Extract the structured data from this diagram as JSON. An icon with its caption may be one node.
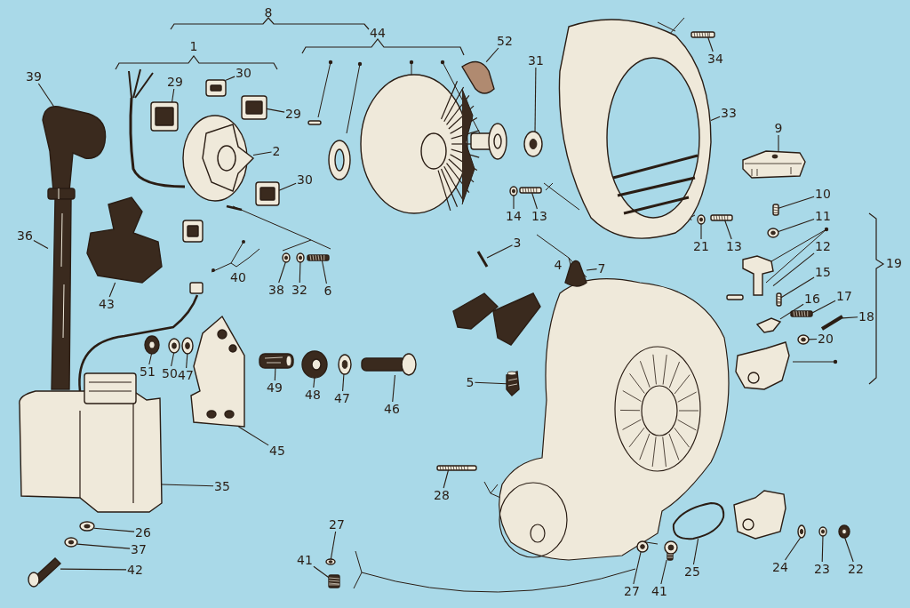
{
  "diagram": {
    "nodes": [
      {
        "text": [
          "8"
        ]
      },
      {
        "text": [
          "44"
        ]
      },
      {
        "text": [
          "1"
        ]
      },
      {
        "text": [
          "39"
        ]
      },
      {
        "text": [
          "29"
        ]
      },
      {
        "text": [
          "30"
        ]
      },
      {
        "text": [
          "29"
        ]
      },
      {
        "text": [
          "2"
        ]
      },
      {
        "text": [
          "30"
        ]
      },
      {
        "text": [
          "52"
        ]
      },
      {
        "text": [
          "31"
        ]
      },
      {
        "text": [
          "34"
        ]
      },
      {
        "text": [
          "33"
        ]
      },
      {
        "text": [
          "9"
        ]
      },
      {
        "text": [
          "14"
        ]
      },
      {
        "text": [
          "13"
        ]
      },
      {
        "text": [
          "10"
        ]
      },
      {
        "text": [
          "11"
        ]
      },
      {
        "text": [
          "21"
        ]
      },
      {
        "text": [
          "13"
        ]
      },
      {
        "text": [
          "19"
        ]
      },
      {
        "text": [
          "12"
        ]
      },
      {
        "text": [
          "3"
        ]
      },
      {
        "text": [
          "4"
        ]
      },
      {
        "text": [
          "7"
        ]
      },
      {
        "text": [
          "15"
        ]
      },
      {
        "text": [
          "16"
        ]
      },
      {
        "text": [
          "17"
        ]
      },
      {
        "text": [
          "18"
        ]
      },
      {
        "text": [
          "20"
        ]
      },
      {
        "text": [
          "36"
        ]
      },
      {
        "text": [
          "40"
        ]
      },
      {
        "text": [
          "38"
        ]
      },
      {
        "text": [
          "32"
        ]
      },
      {
        "text": [
          "6"
        ]
      },
      {
        "text": [
          "43"
        ]
      },
      {
        "text": [
          "51"
        ]
      },
      {
        "text": [
          "50"
        ]
      },
      {
        "text": [
          "47"
        ]
      },
      {
        "text": [
          "49"
        ]
      },
      {
        "text": [
          "48"
        ]
      },
      {
        "text": [
          "47"
        ]
      },
      {
        "text": [
          "46"
        ]
      },
      {
        "text": [
          "5"
        ]
      },
      {
        "text": [
          "45"
        ]
      },
      {
        "text": [
          "35"
        ]
      },
      {
        "text": [
          "28"
        ]
      },
      {
        "text": [
          "26"
        ]
      },
      {
        "text": [
          "37"
        ]
      },
      {
        "text": [
          "42"
        ]
      },
      {
        "text": [
          "27"
        ]
      },
      {
        "text": [
          "41"
        ]
      },
      {
        "text": [
          "27"
        ]
      },
      {
        "text": [
          "41"
        ]
      },
      {
        "text": [
          "25"
        ]
      },
      {
        "text": [
          "24"
        ]
      },
      {
        "text": [
          "23"
        ]
      },
      {
        "text": [
          "22"
        ]
      },
      {
        "text": [],
        "shape": "picture"
      },
      {
        "text": [],
        "shape": "picture"
      },
      {
        "text": [],
        "shape": "picture"
      },
      {
        "text": [],
        "shape": "picture"
      },
      {
        "text": [],
        "shape": "picture"
      },
      {
        "text": [],
        "shape": "picture"
      },
      {
        "text": [],
        "shape": "picture"
      },
      {
        "text": [],
        "shape": "picture"
      },
      {
        "text": [],
        "shape": "picture"
      },
      {
        "text": [],
        "shape": "picture"
      },
      {
        "text": [],
        "shape": "picture"
      },
      {
        "text": [],
        "shape": "picture"
      },
      {
        "text": [],
        "shape": "picture"
      },
      {
        "text": [],
        "shape": "picture"
      },
      {
        "text": [],
        "shape": "picture"
      },
      {
        "text": [],
        "shape": "picture"
      },
      {
        "text": [],
        "shape": "picture"
      },
      {
        "text": [],
        "shape": "picture"
      },
      {
        "text": [],
        "shape": "picture"
      },
      {
        "text": [],
        "shape": "picture"
      },
      {
        "text": [],
        "shape": "picture"
      },
      {
        "text": [],
        "shape": "picture"
      },
      {
        "text": [],
        "shape": "picture"
      },
      {
        "text": [],
        "shape": "picture"
      },
      {
        "text": [],
        "shape": "picture"
      },
      {
        "text": [],
        "shape": "picture"
      },
      {
        "text": [],
        "shape": "picture"
      },
      {
        "text": [],
        "shape": "picture"
      },
      {
        "text": [],
        "shape": "picture"
      },
      {
        "text": [],
        "shape": "picture"
      },
      {
        "text": [],
        "shape": "picture"
      },
      {
        "text": [],
        "shape": "picture"
      },
      {
        "text": [],
        "shape": "picture"
      },
      {
        "text": [],
        "shape": "picture"
      },
      {
        "text": [],
        "shape": "picture"
      },
      {
        "text": [],
        "shape": "picture"
      },
      {
        "text": [],
        "shape": "picture"
      },
      {
        "text": [],
        "shape": "picture"
      },
      {
        "text": [],
        "shape": "picture"
      },
      {
        "text": [],
        "shape": "picture"
      },
      {
        "text": [],
        "shape": "picture"
      },
      {
        "text": [],
        "shape": "picture"
      },
      {
        "text": [],
        "shape": "picture"
      },
      {
        "text": [],
        "shape": "picture"
      },
      {
        "text": [],
        "shape": "picture"
      },
      {
        "text": [],
        "shape": "picture"
      },
      {
        "text": [],
        "shape": "picture"
      },
      {
        "text": [],
        "shape": "picture"
      },
      {
        "text": [],
        "shape": "picture"
      },
      {
        "text": [],
        "shape": "picture"
      },
      {
        "text": [],
        "shape": "picture"
      },
      {
        "text": [],
        "shape": "picture"
      }
    ],
    "edges": [
      {
        "from": 3,
        "to": 58,
        "arrow": "none"
      },
      {
        "from": 4,
        "to": 60,
        "arrow": "none"
      },
      {
        "from": 5,
        "to": 61,
        "arrow": "none"
      },
      {
        "from": 6,
        "to": 62,
        "arrow": "none"
      },
      {
        "from": 7,
        "to": 63,
        "arrow": "none"
      },
      {
        "from": 8,
        "to": 64,
        "arrow": "none"
      },
      {
        "from": 9,
        "to": 65,
        "arrow": "none"
      },
      {
        "from": 10,
        "to": 66,
        "arrow": "none"
      },
      {
        "from": 11,
        "to": 67,
        "arrow": "none"
      },
      {
        "from": 12,
        "to": 68,
        "arrow": "none"
      },
      {
        "from": 13,
        "to": 69,
        "arrow": "none"
      },
      {
        "from": 14,
        "to": 70,
        "arrow": "none"
      },
      {
        "from": 15,
        "to": 71,
        "arrow": "none"
      },
      {
        "from": 16,
        "to": 72,
        "arrow": "none"
      },
      {
        "from": 17,
        "to": 73,
        "arrow": "none"
      },
      {
        "from": 18,
        "to": 74,
        "arrow": "none"
      },
      {
        "from": 19,
        "to": 75,
        "arrow": "none"
      },
      {
        "from": 21,
        "to": 76,
        "arrow": "none"
      },
      {
        "from": 22,
        "to": 77,
        "arrow": "none"
      },
      {
        "from": 24,
        "to": 78,
        "arrow": "none"
      },
      {
        "from": 25,
        "to": 79,
        "arrow": "none"
      },
      {
        "from": 26,
        "to": 80,
        "arrow": "none"
      },
      {
        "from": 27,
        "to": 81,
        "arrow": "none"
      },
      {
        "from": 28,
        "to": 82,
        "arrow": "none"
      },
      {
        "from": 29,
        "to": 83,
        "arrow": "none"
      },
      {
        "from": 30,
        "to": 59,
        "arrow": "none"
      },
      {
        "from": 32,
        "to": 84,
        "arrow": "none"
      },
      {
        "from": 33,
        "to": 85,
        "arrow": "none"
      },
      {
        "from": 34,
        "to": 86,
        "arrow": "none"
      },
      {
        "from": 35,
        "to": 87,
        "arrow": "none"
      },
      {
        "from": 36,
        "to": 88,
        "arrow": "none"
      },
      {
        "from": 37,
        "to": 89,
        "arrow": "none"
      },
      {
        "from": 38,
        "to": 90,
        "arrow": "none"
      },
      {
        "from": 39,
        "to": 91,
        "arrow": "none"
      },
      {
        "from": 40,
        "to": 92,
        "arrow": "none"
      },
      {
        "from": 41,
        "to": 93,
        "arrow": "none"
      },
      {
        "from": 42,
        "to": 94,
        "arrow": "none"
      },
      {
        "from": 43,
        "to": 95,
        "arrow": "none"
      },
      {
        "from": 44,
        "to": 96,
        "arrow": "none"
      },
      {
        "from": 45,
        "to": 97,
        "arrow": "none"
      },
      {
        "from": 46,
        "to": 98,
        "arrow": "none"
      },
      {
        "from": 47,
        "to": 99,
        "arrow": "none"
      },
      {
        "from": 48,
        "to": 100,
        "arrow": "none"
      },
      {
        "from": 49,
        "to": 101,
        "arrow": "none"
      },
      {
        "from": 50,
        "to": 102,
        "arrow": "none"
      },
      {
        "from": 51,
        "to": 103,
        "arrow": "none"
      },
      {
        "from": 52,
        "to": 104,
        "arrow": "none"
      },
      {
        "from": 53,
        "to": 105,
        "arrow": "none"
      },
      {
        "from": 54,
        "to": 106,
        "arrow": "none"
      },
      {
        "from": 55,
        "to": 107,
        "arrow": "none"
      },
      {
        "from": 56,
        "to": 108,
        "arrow": "none"
      },
      {
        "from": 57,
        "to": 109,
        "arrow": "none"
      }
    ]
  }
}
